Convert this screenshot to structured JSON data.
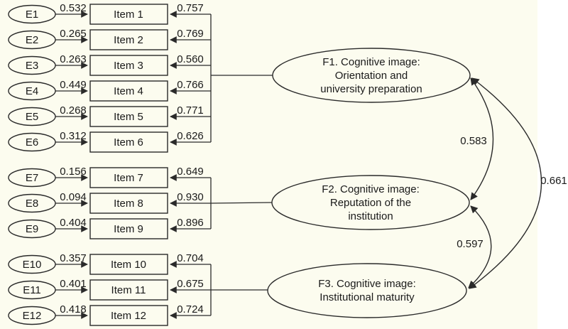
{
  "figure": {
    "type": "sem-path-diagram",
    "background_color": "#FCFCEF",
    "margin_color": "#FFFFFF",
    "line_color": "#2a2a2a"
  },
  "factors": [
    {
      "id": "F1",
      "label_lines": [
        "F1. Cognitive image:",
        "Orientation and",
        "university preparation"
      ]
    },
    {
      "id": "F2",
      "label_lines": [
        "F2. Cognitive image:",
        "Reputation of the",
        "institution"
      ]
    },
    {
      "id": "F3",
      "label_lines": [
        "F3. Cognitive image:",
        "Institutional maturity"
      ]
    }
  ],
  "correlations": [
    {
      "between": "F1-F2",
      "value": "0.583"
    },
    {
      "between": "F1-F3",
      "value": "0.661"
    },
    {
      "between": "F2-F3",
      "value": "0.597"
    }
  ],
  "measurement_rows": [
    {
      "factor": "F1",
      "error": "E1",
      "error_value": "0.532",
      "item": "Item 1",
      "loading": "0.757"
    },
    {
      "factor": "F1",
      "error": "E2",
      "error_value": "0.265",
      "item": "Item 2",
      "loading": "0.769"
    },
    {
      "factor": "F1",
      "error": "E3",
      "error_value": "0.263",
      "item": "Item 3",
      "loading": "0.560"
    },
    {
      "factor": "F1",
      "error": "E4",
      "error_value": "0.449",
      "item": "Item 4",
      "loading": "0.766"
    },
    {
      "factor": "F1",
      "error": "E5",
      "error_value": "0.268",
      "item": "Item 5",
      "loading": "0.771"
    },
    {
      "factor": "F1",
      "error": "E6",
      "error_value": "0.312",
      "item": "Item 6",
      "loading": "0.626"
    },
    {
      "factor": "F2",
      "error": "E7",
      "error_value": "0.156",
      "item": "Item 7",
      "loading": "0.649"
    },
    {
      "factor": "F2",
      "error": "E8",
      "error_value": "0.094",
      "item": "Item 8",
      "loading": "0.930"
    },
    {
      "factor": "F2",
      "error": "E9",
      "error_value": "0.404",
      "item": "Item 9",
      "loading": "0.896"
    },
    {
      "factor": "F3",
      "error": "E10",
      "error_value": "0.357",
      "item": "Item 10",
      "loading": "0.704"
    },
    {
      "factor": "F3",
      "error": "E11",
      "error_value": "0.401",
      "item": "Item 11",
      "loading": "0.675"
    },
    {
      "factor": "F3",
      "error": "E12",
      "error_value": "0.418",
      "item": "Item 12",
      "loading": "0.724"
    }
  ]
}
